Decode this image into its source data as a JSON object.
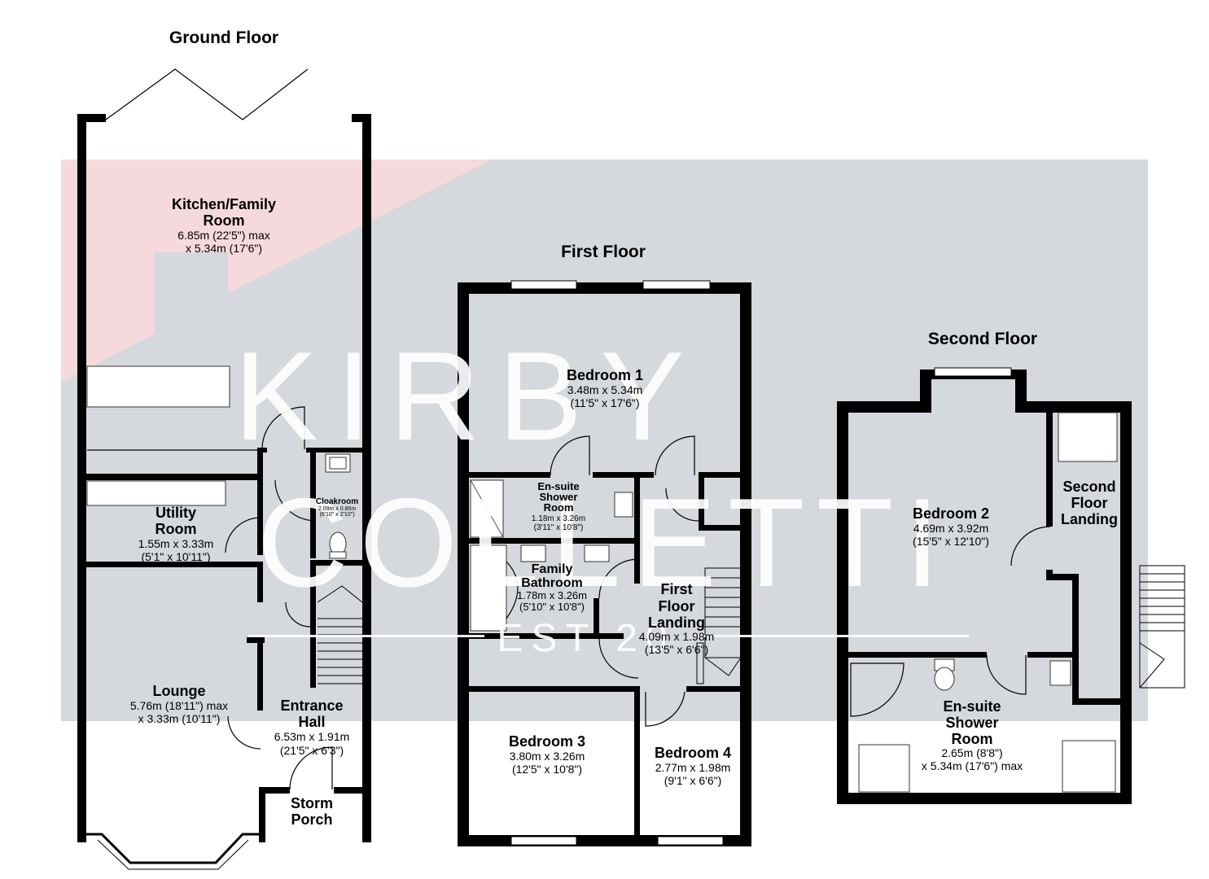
{
  "watermark": {
    "line1": "KIRBY",
    "line2": "COLLETTI",
    "line3": "EST 20",
    "band_color": "#d5d8dc",
    "accent_color": "#f6d9dc"
  },
  "floors": {
    "ground": {
      "title": "Ground Floor"
    },
    "first": {
      "title": "First Floor"
    },
    "second": {
      "title": "Second Floor"
    }
  },
  "rooms": {
    "kitchen": {
      "name1": "Kitchen/Family",
      "name2": "Room",
      "dim1": "6.85m (22'5\") max",
      "dim2": "x 5.34m (17'6\")"
    },
    "cloakroom": {
      "name": "Cloakroom",
      "dim1": "2.09m x 0.86m",
      "dim2": "(6'10\" x 2'10\")"
    },
    "utility": {
      "name1": "Utility",
      "name2": "Room",
      "dim1": "1.55m x 3.33m",
      "dim2": "(5'1\" x 10'11\")"
    },
    "lounge": {
      "name": "Lounge",
      "dim1": "5.76m (18'11\") max",
      "dim2": "x 3.33m (10'11\")"
    },
    "entrance_hall": {
      "name1": "Entrance",
      "name2": "Hall",
      "dim1": "6.53m x 1.91m",
      "dim2": "(21'5\" x 6'3\")"
    },
    "storm_porch": {
      "name1": "Storm",
      "name2": "Porch"
    },
    "bedroom1": {
      "name": "Bedroom 1",
      "dim1": "3.48m x 5.34m",
      "dim2": "(11'5\" x 17'6\")"
    },
    "ensuite1": {
      "name1": "En-suite",
      "name2": "Shower",
      "name3": "Room",
      "dim1": "1.18m x 3.26m",
      "dim2": "(3'11\" x 10'8\")"
    },
    "family_bathroom": {
      "name1": "Family",
      "name2": "Bathroom",
      "dim1": "1.78m x 3.26m",
      "dim2": "(5'10\" x 10'8\")"
    },
    "first_landing": {
      "name1": "First",
      "name2": "Floor",
      "name3": "Landing",
      "dim1": "4.09m x 1.98m",
      "dim2": "(13'5\" x 6'6\")"
    },
    "bedroom3": {
      "name": "Bedroom 3",
      "dim1": "3.80m x 3.26m",
      "dim2": "(12'5\" x 10'8\")"
    },
    "bedroom4": {
      "name": "Bedroom 4",
      "dim1": "2.77m x 1.98m",
      "dim2": "(9'1\" x 6'6\")"
    },
    "bedroom2": {
      "name": "Bedroom 2",
      "dim1": "4.69m x 3.92m",
      "dim2": "(15'5\" x 12'10\")"
    },
    "second_landing": {
      "name1": "Second",
      "name2": "Floor",
      "name3": "Landing"
    },
    "ensuite2": {
      "name1": "En-suite",
      "name2": "Shower",
      "name3": "Room",
      "dim1": "2.65m (8'8\")",
      "dim2": "x 5.34m (17'6\") max"
    }
  }
}
